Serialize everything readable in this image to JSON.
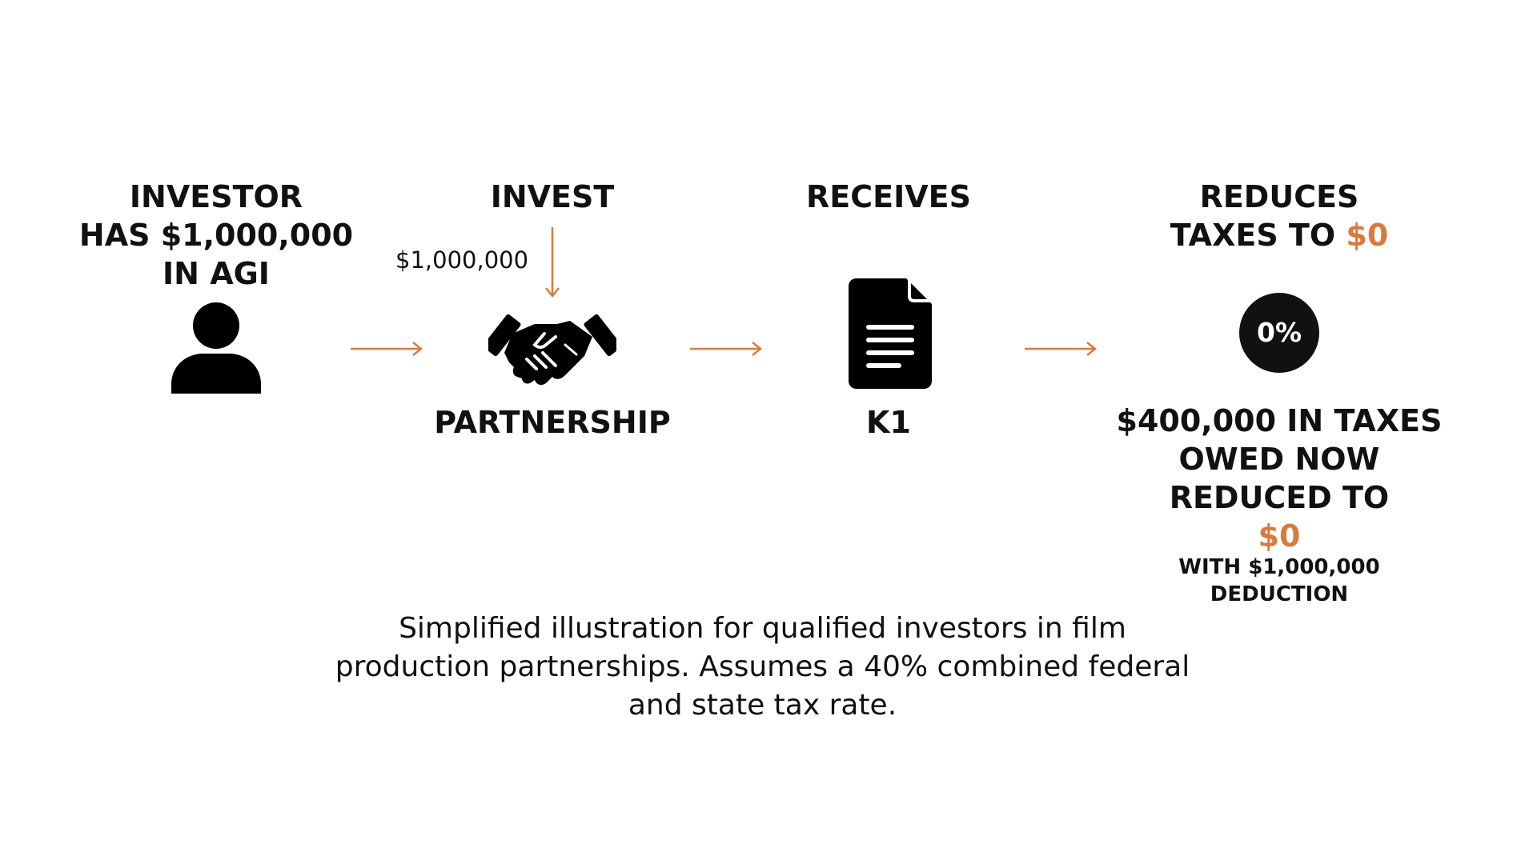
{
  "steps": {
    "investor": {
      "heading_lines": [
        "INVESTOR",
        "HAS $1,000,000",
        "IN AGI"
      ]
    },
    "invest": {
      "heading": "INVEST",
      "amount": "$1,000,000",
      "label": "PARTNERSHIP"
    },
    "receives": {
      "heading": "RECEIVES",
      "label": "K1"
    },
    "reduces": {
      "heading_line1": "REDUCES",
      "heading_line2_prefix": "TAXES TO ",
      "heading_line2_accent": "$0",
      "badge": "0%",
      "result_lines": [
        "$400,000 IN TAXES",
        "OWED NOW",
        "REDUCED TO"
      ],
      "result_accent": "$0",
      "note_lines": [
        "WITH $1,000,000",
        "DEDUCTION"
      ]
    }
  },
  "footnote_lines": [
    "Simplified illustration for qualified investors in film",
    "production partnerships. Assumes a 40% combined federal",
    "and state tax rate."
  ],
  "colors": {
    "accent": "#d97b3f",
    "text": "#111111",
    "icon": "#000000"
  },
  "icons": [
    "person-icon",
    "handshake-icon",
    "document-icon"
  ]
}
